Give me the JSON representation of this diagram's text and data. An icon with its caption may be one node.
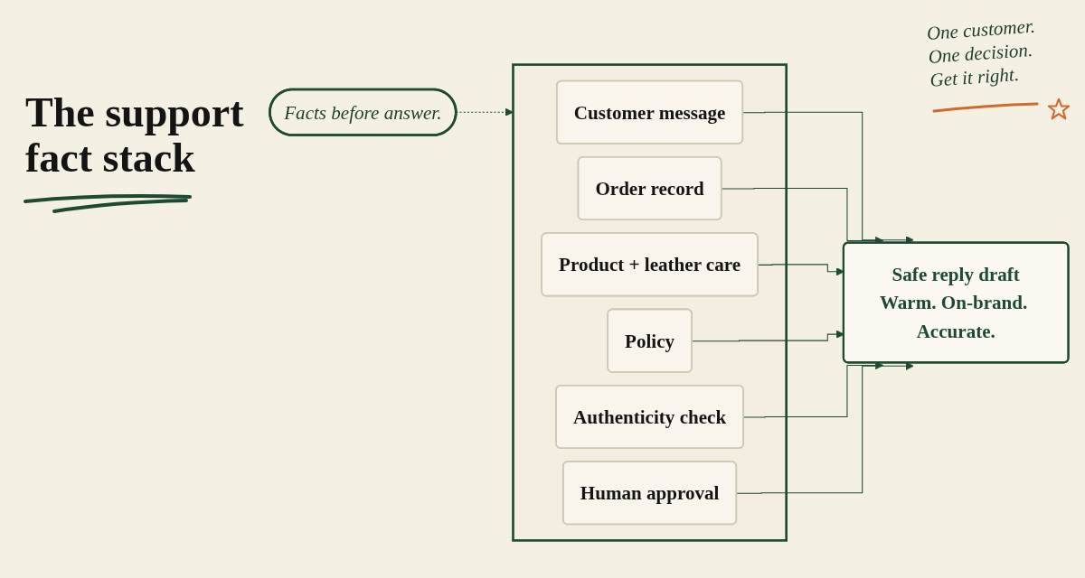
{
  "diagram": {
    "title": "The support fact stack",
    "nodes": [
      {
        "text": [],
        "shape": "box"
      },
      {
        "text": [
          "Customer message"
        ],
        "in": 0
      },
      {
        "text": [
          "Order record"
        ],
        "in": 0
      },
      {
        "text": [
          "Product + leather care"
        ],
        "in": 0
      },
      {
        "text": [
          "Policy"
        ],
        "in": 0
      },
      {
        "text": [
          "Authenticity check"
        ],
        "in": 0
      },
      {
        "text": [
          "Human approval"
        ],
        "in": 0
      },
      {
        "text": [
          "Safe reply draft",
          "Warm. On-brand. Accurate."
        ]
      },
      {
        "text": [
          "Facts before answer."
        ]
      }
    ],
    "edges": [
      {
        "from": 1,
        "to": 7,
        "arrow": "to"
      },
      {
        "from": 2,
        "to": 7,
        "arrow": "to"
      },
      {
        "from": 3,
        "to": 7,
        "arrow": "to"
      },
      {
        "from": 4,
        "to": 7,
        "arrow": "to"
      },
      {
        "from": 5,
        "to": 7,
        "arrow": "to"
      },
      {
        "from": 6,
        "to": 7,
        "arrow": "to"
      },
      {
        "from": 8,
        "to": 0,
        "arrow": "to",
        "style": "dashed"
      }
    ],
    "labels": [
      "One customer. One decision. Get it right."
    ]
  }
}
